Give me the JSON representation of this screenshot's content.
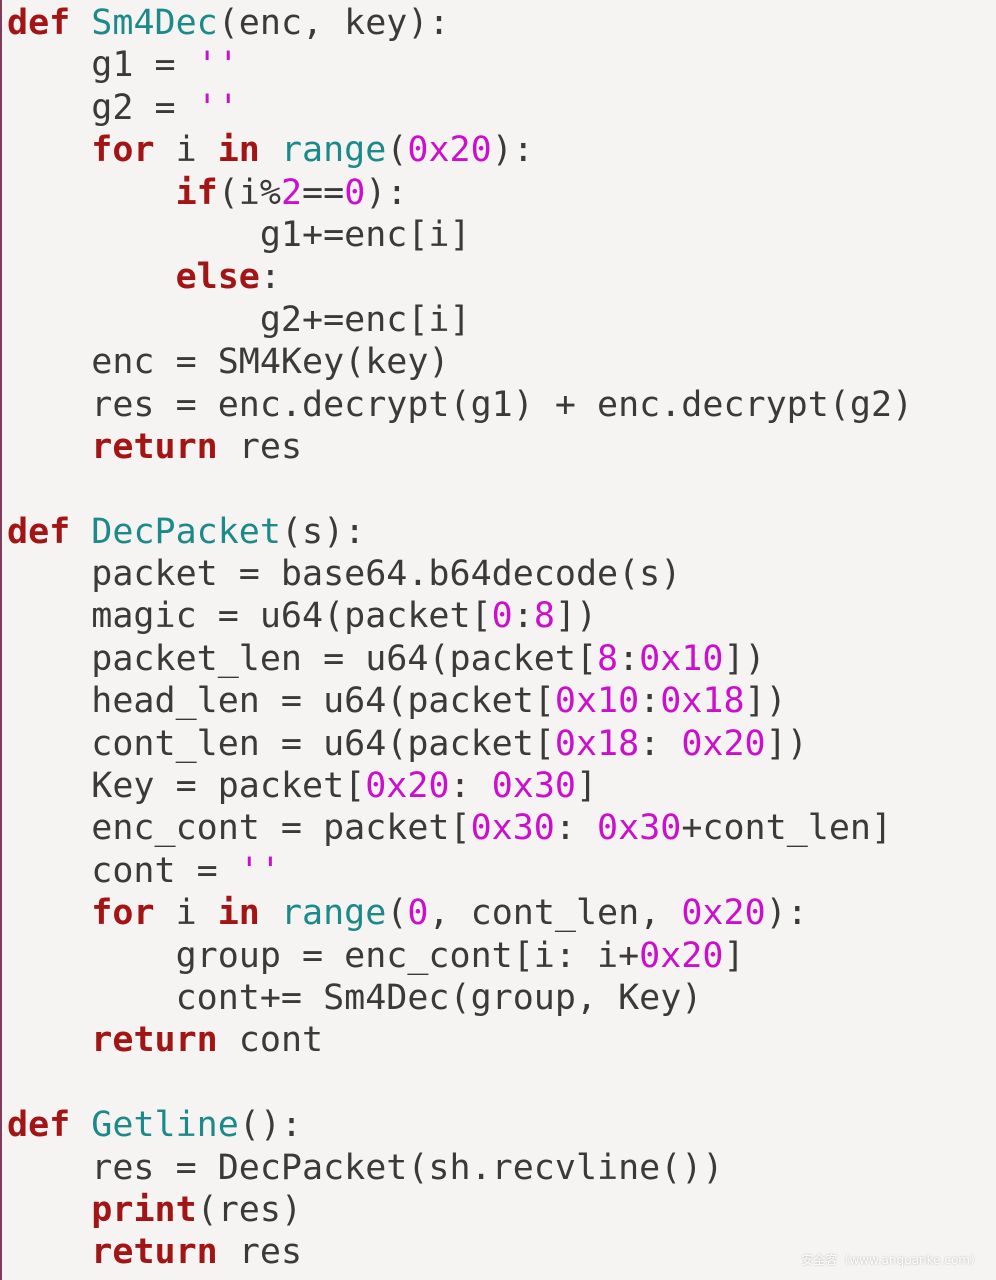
{
  "colors": {
    "keyword": "#a31515",
    "function_name": "#1d8a8a",
    "number": "#cc0fcc",
    "text": "#3a3a3a",
    "background": "#f5f4f2"
  },
  "code_lines": [
    [
      {
        "t": "def",
        "c": "kw"
      },
      {
        "t": " ",
        "c": "txt"
      },
      {
        "t": "Sm4Dec",
        "c": "fn"
      },
      {
        "t": "(enc, key):",
        "c": "txt"
      }
    ],
    [
      {
        "t": "    g1 = ",
        "c": "txt"
      },
      {
        "t": "''",
        "c": "str"
      }
    ],
    [
      {
        "t": "    g2 = ",
        "c": "txt"
      },
      {
        "t": "''",
        "c": "str"
      }
    ],
    [
      {
        "t": "    ",
        "c": "txt"
      },
      {
        "t": "for",
        "c": "kw"
      },
      {
        "t": " i ",
        "c": "txt"
      },
      {
        "t": "in",
        "c": "kw"
      },
      {
        "t": " ",
        "c": "txt"
      },
      {
        "t": "range",
        "c": "bi"
      },
      {
        "t": "(",
        "c": "txt"
      },
      {
        "t": "0x20",
        "c": "num"
      },
      {
        "t": "):",
        "c": "txt"
      }
    ],
    [
      {
        "t": "        ",
        "c": "txt"
      },
      {
        "t": "if",
        "c": "kw"
      },
      {
        "t": "(i%",
        "c": "txt"
      },
      {
        "t": "2",
        "c": "num"
      },
      {
        "t": "==",
        "c": "txt"
      },
      {
        "t": "0",
        "c": "num"
      },
      {
        "t": "):",
        "c": "txt"
      }
    ],
    [
      {
        "t": "            g1+=enc[i]",
        "c": "txt"
      }
    ],
    [
      {
        "t": "        ",
        "c": "txt"
      },
      {
        "t": "else",
        "c": "kw"
      },
      {
        "t": ":",
        "c": "txt"
      }
    ],
    [
      {
        "t": "            g2+=enc[i]",
        "c": "txt"
      }
    ],
    [
      {
        "t": "    enc = SM4Key(key)",
        "c": "txt"
      }
    ],
    [
      {
        "t": "    res = enc.decrypt(g1) + enc.decrypt(g2)",
        "c": "txt"
      }
    ],
    [
      {
        "t": "    ",
        "c": "txt"
      },
      {
        "t": "return",
        "c": "kw"
      },
      {
        "t": " res",
        "c": "txt"
      }
    ],
    [
      {
        "t": "",
        "c": "txt"
      }
    ],
    [
      {
        "t": "def",
        "c": "kw"
      },
      {
        "t": " ",
        "c": "txt"
      },
      {
        "t": "DecPacket",
        "c": "fn"
      },
      {
        "t": "(s):",
        "c": "txt"
      }
    ],
    [
      {
        "t": "    packet = base64.b64decode(s)",
        "c": "txt"
      }
    ],
    [
      {
        "t": "    magic = u64(packet[",
        "c": "txt"
      },
      {
        "t": "0",
        "c": "num"
      },
      {
        "t": ":",
        "c": "txt"
      },
      {
        "t": "8",
        "c": "num"
      },
      {
        "t": "])",
        "c": "txt"
      }
    ],
    [
      {
        "t": "    packet_len = u64(packet[",
        "c": "txt"
      },
      {
        "t": "8",
        "c": "num"
      },
      {
        "t": ":",
        "c": "txt"
      },
      {
        "t": "0x10",
        "c": "num"
      },
      {
        "t": "])",
        "c": "txt"
      }
    ],
    [
      {
        "t": "    head_len = u64(packet[",
        "c": "txt"
      },
      {
        "t": "0x10",
        "c": "num"
      },
      {
        "t": ":",
        "c": "txt"
      },
      {
        "t": "0x18",
        "c": "num"
      },
      {
        "t": "])",
        "c": "txt"
      }
    ],
    [
      {
        "t": "    cont_len = u64(packet[",
        "c": "txt"
      },
      {
        "t": "0x18",
        "c": "num"
      },
      {
        "t": ": ",
        "c": "txt"
      },
      {
        "t": "0x20",
        "c": "num"
      },
      {
        "t": "])",
        "c": "txt"
      }
    ],
    [
      {
        "t": "    Key = packet[",
        "c": "txt"
      },
      {
        "t": "0x20",
        "c": "num"
      },
      {
        "t": ": ",
        "c": "txt"
      },
      {
        "t": "0x30",
        "c": "num"
      },
      {
        "t": "]",
        "c": "txt"
      }
    ],
    [
      {
        "t": "    enc_cont = packet[",
        "c": "txt"
      },
      {
        "t": "0x30",
        "c": "num"
      },
      {
        "t": ": ",
        "c": "txt"
      },
      {
        "t": "0x30",
        "c": "num"
      },
      {
        "t": "+cont_len]",
        "c": "txt"
      }
    ],
    [
      {
        "t": "    cont = ",
        "c": "txt"
      },
      {
        "t": "''",
        "c": "str"
      }
    ],
    [
      {
        "t": "    ",
        "c": "txt"
      },
      {
        "t": "for",
        "c": "kw"
      },
      {
        "t": " i ",
        "c": "txt"
      },
      {
        "t": "in",
        "c": "kw"
      },
      {
        "t": " ",
        "c": "txt"
      },
      {
        "t": "range",
        "c": "bi"
      },
      {
        "t": "(",
        "c": "txt"
      },
      {
        "t": "0",
        "c": "num"
      },
      {
        "t": ", cont_len, ",
        "c": "txt"
      },
      {
        "t": "0x20",
        "c": "num"
      },
      {
        "t": "):",
        "c": "txt"
      }
    ],
    [
      {
        "t": "        group = enc_cont[i: i+",
        "c": "txt"
      },
      {
        "t": "0x20",
        "c": "num"
      },
      {
        "t": "]",
        "c": "txt"
      }
    ],
    [
      {
        "t": "        cont+= Sm4Dec(group, Key)",
        "c": "txt"
      }
    ],
    [
      {
        "t": "    ",
        "c": "txt"
      },
      {
        "t": "return",
        "c": "kw"
      },
      {
        "t": " cont",
        "c": "txt"
      }
    ],
    [
      {
        "t": "",
        "c": "txt"
      }
    ],
    [
      {
        "t": "def",
        "c": "kw"
      },
      {
        "t": " ",
        "c": "txt"
      },
      {
        "t": "Getline",
        "c": "fn"
      },
      {
        "t": "():",
        "c": "txt"
      }
    ],
    [
      {
        "t": "    res = DecPacket(sh.recvline())",
        "c": "txt"
      }
    ],
    [
      {
        "t": "    ",
        "c": "txt"
      },
      {
        "t": "print",
        "c": "kw"
      },
      {
        "t": "(res)",
        "c": "txt"
      }
    ],
    [
      {
        "t": "    ",
        "c": "txt"
      },
      {
        "t": "return",
        "c": "kw"
      },
      {
        "t": " res",
        "c": "txt"
      }
    ]
  ],
  "watermark": "安全客（www.anquanke.com）"
}
